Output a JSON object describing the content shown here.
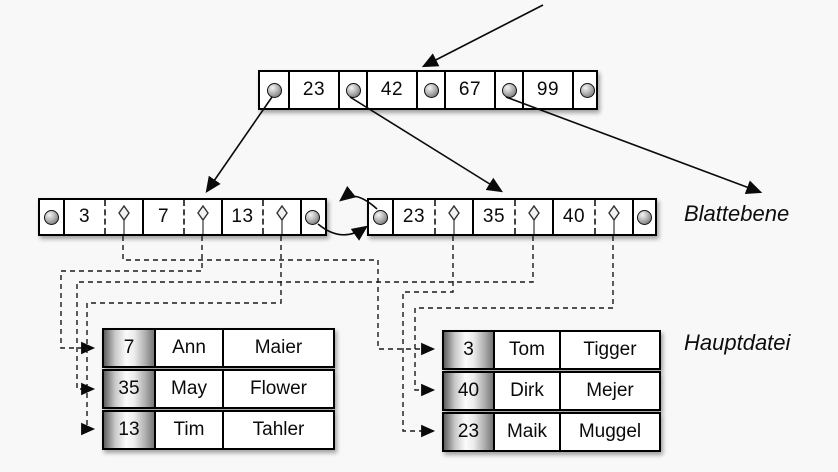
{
  "background": "#f8f8f8",
  "root": {
    "keys": [
      "23",
      "42",
      "67",
      "99"
    ]
  },
  "leaves": {
    "left": {
      "keys": [
        "3",
        "7",
        "13"
      ]
    },
    "right": {
      "keys": [
        "23",
        "35",
        "40"
      ]
    }
  },
  "labels": {
    "leaf_level": "Blattebene",
    "main_file": "Hauptdatei"
  },
  "tables": {
    "left": {
      "rows": [
        {
          "key": "7",
          "first": "Ann",
          "last": "Maier"
        },
        {
          "key": "35",
          "first": "May",
          "last": "Flower"
        },
        {
          "key": "13",
          "first": "Tim",
          "last": "Tahler"
        }
      ]
    },
    "right": {
      "rows": [
        {
          "key": "3",
          "first": "Tom",
          "last": "Tigger"
        },
        {
          "key": "40",
          "first": "Dirk",
          "last": "Mejer"
        },
        {
          "key": "23",
          "first": "Maik",
          "last": "Muggel"
        }
      ]
    }
  }
}
